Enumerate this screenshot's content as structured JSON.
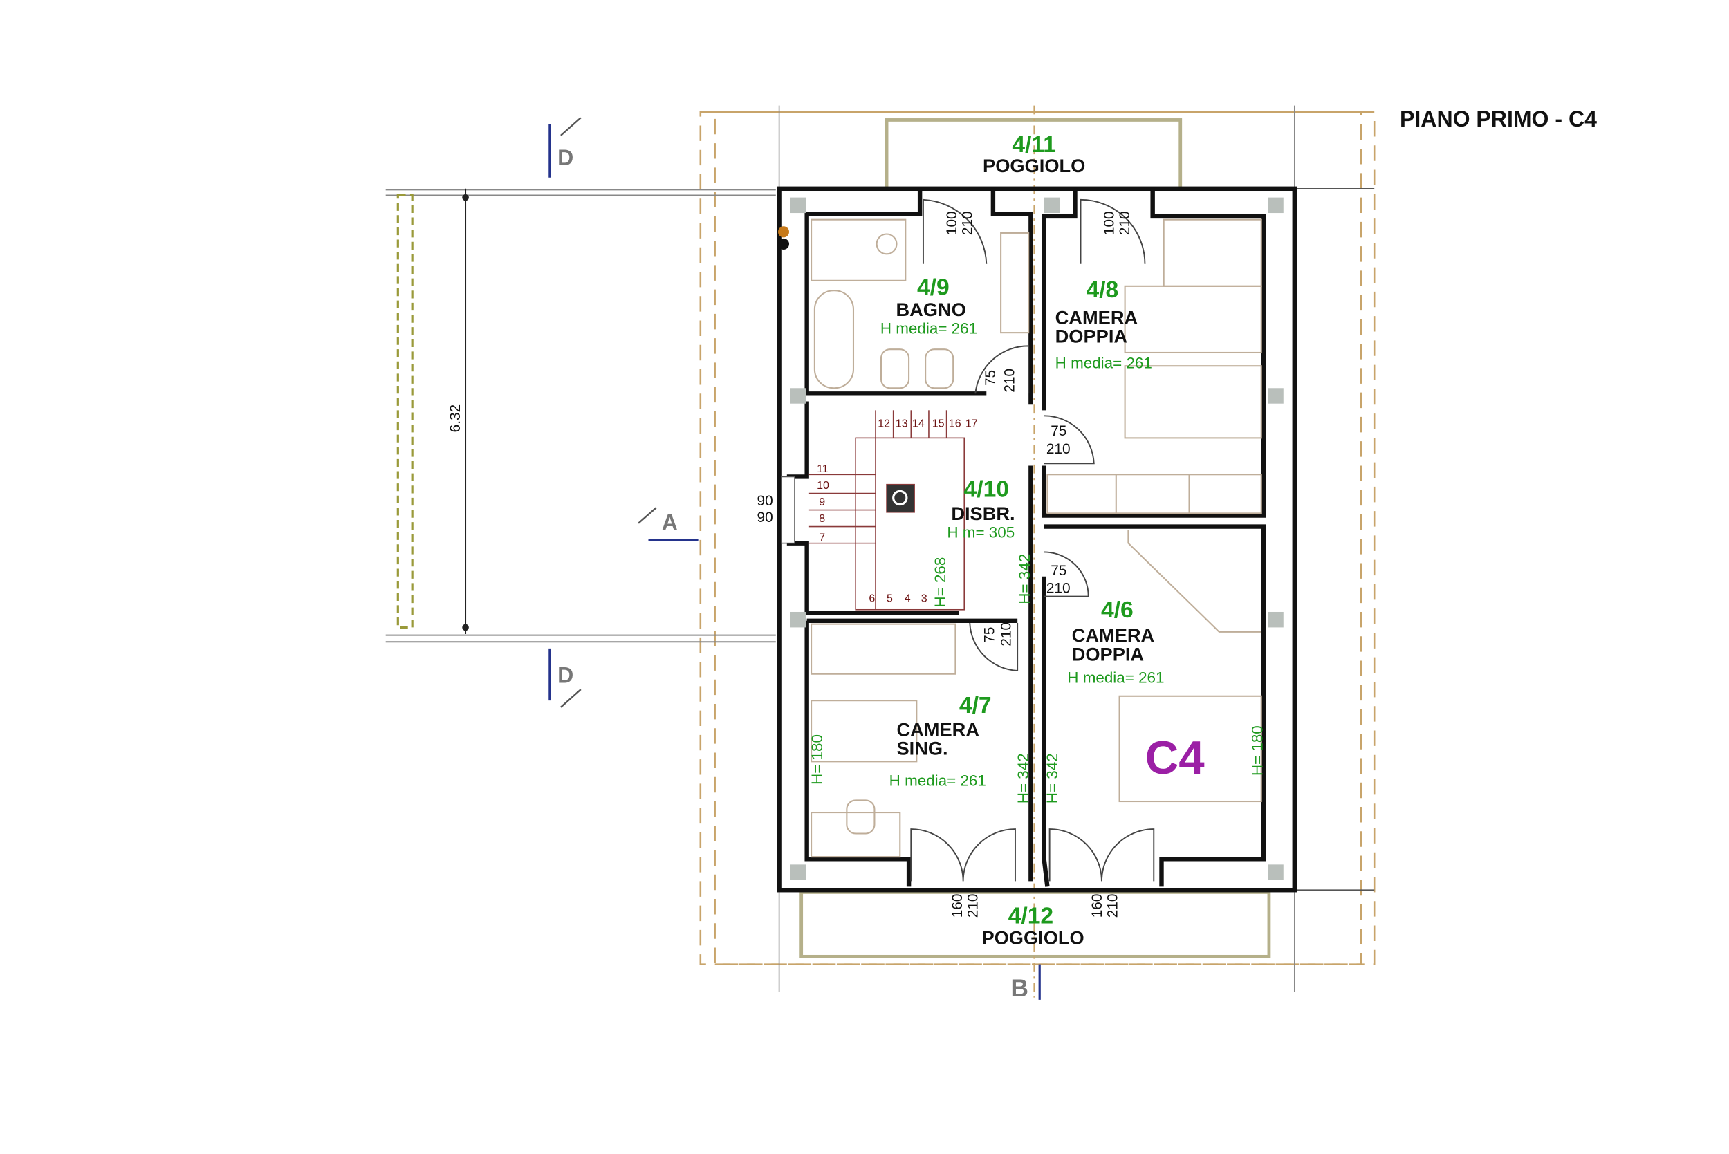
{
  "title": "PIANO PRIMO - C4",
  "unit_label": "C4",
  "colors": {
    "room_id": "#1e9a1e",
    "unit": "#9b1fa5",
    "roof": "#c8a46a",
    "stair": "#6b1111",
    "section": "#24338c"
  },
  "dimension": "6.32",
  "sections": {
    "d_top": "D",
    "d_bottom": "D",
    "a": "A",
    "b": "B"
  },
  "rooms": {
    "poggiolo_top": {
      "id": "4/11",
      "name": "POGGIOLO"
    },
    "bagno": {
      "id": "4/9",
      "name": "BAGNO",
      "height": "H media= 261"
    },
    "camera_48": {
      "id": "4/8",
      "name1": "CAMERA",
      "name2": "DOPPIA",
      "height": "H media= 261"
    },
    "disbr": {
      "id": "4/10",
      "name": "DISBR.",
      "height": "H m= 305"
    },
    "camera_46": {
      "id": "4/6",
      "name1": "CAMERA",
      "name2": "DOPPIA",
      "height": "H media= 261"
    },
    "camera_47": {
      "id": "4/7",
      "name1": "CAMERA",
      "name2": "SING.",
      "height": "H media= 261"
    },
    "poggiolo_bottom": {
      "id": "4/12",
      "name": "POGGIOLO"
    }
  },
  "doors": {
    "d100": "100",
    "d210": "210",
    "d75": "75",
    "d160": "160",
    "d90": "90"
  },
  "heights": {
    "h268": "H= 268",
    "h342": "H= 342",
    "h180": "H= 180"
  },
  "stairs": [
    "12",
    "13",
    "14",
    "15",
    "16",
    "17",
    "11",
    "10",
    "9",
    "8",
    "7",
    "6",
    "5",
    "4",
    "3"
  ]
}
